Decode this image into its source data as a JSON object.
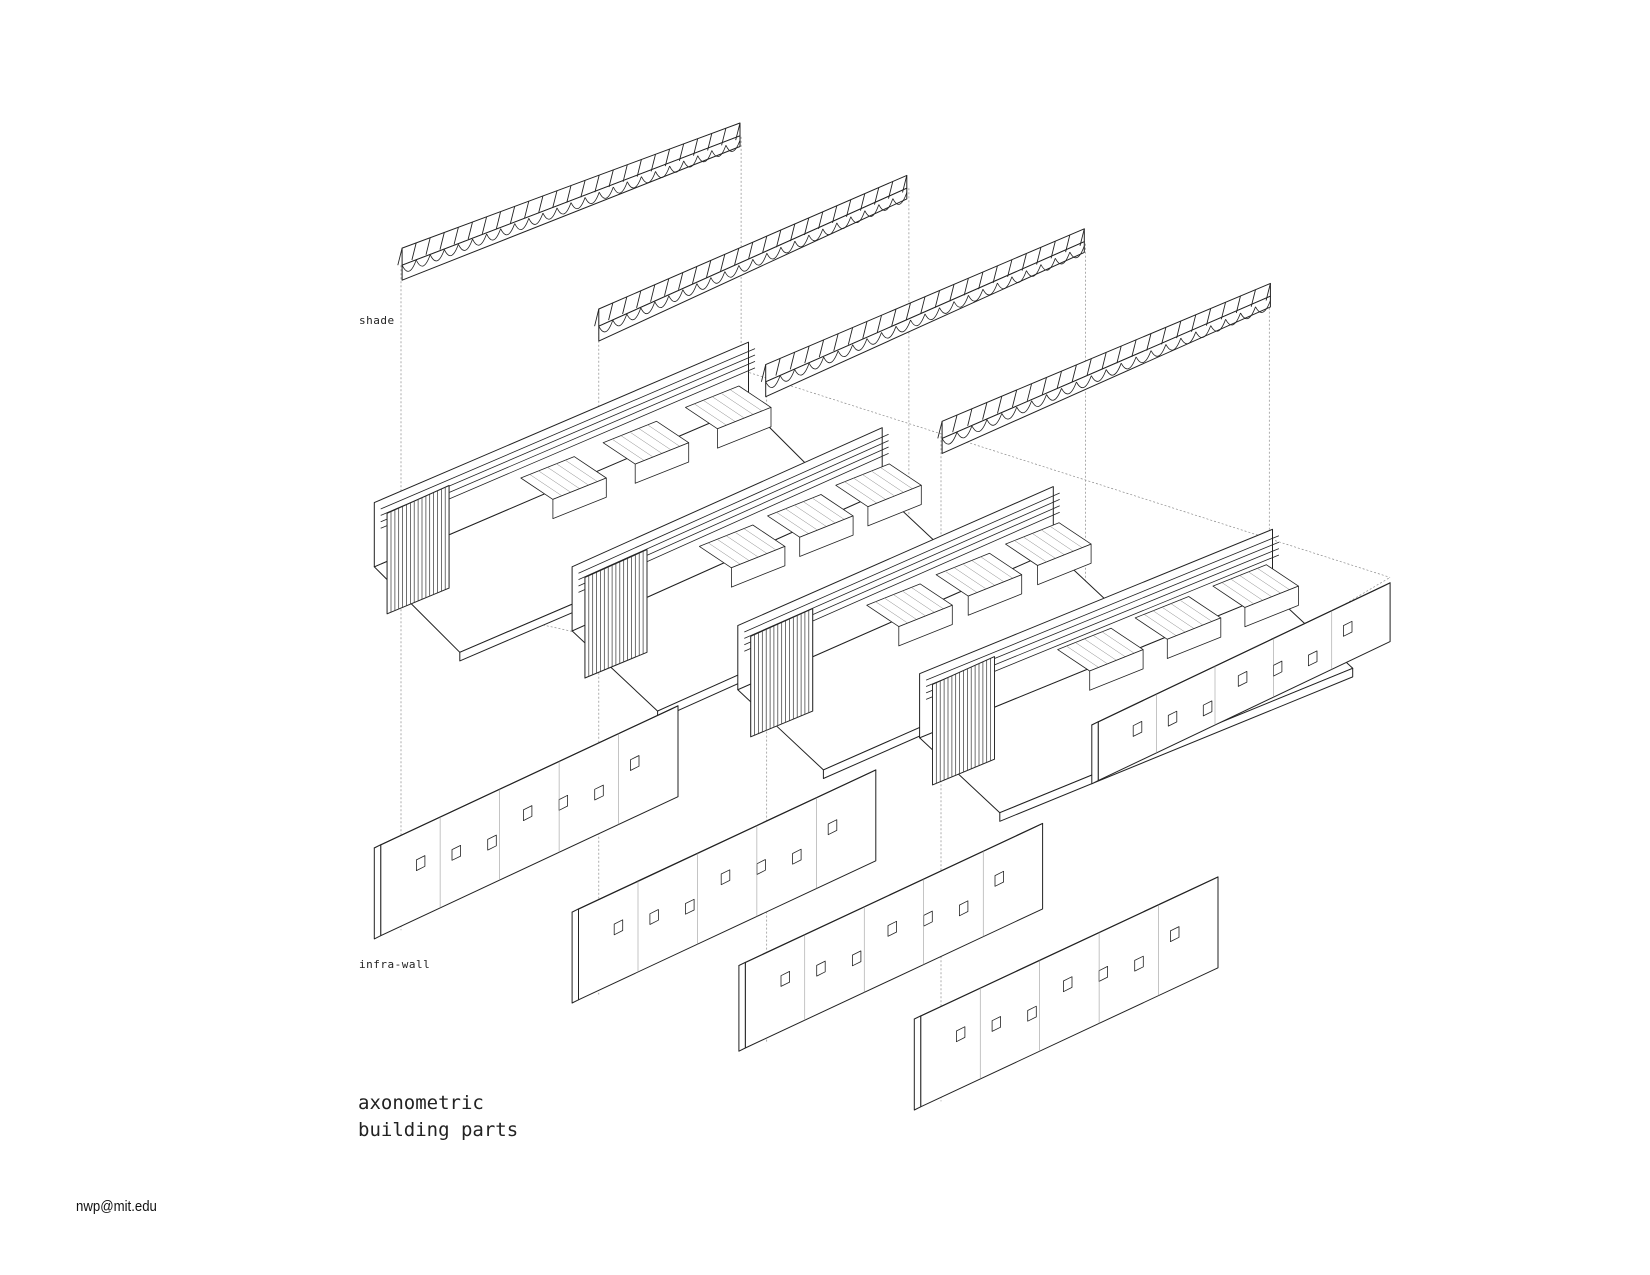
{
  "labels": {
    "shade": "shade",
    "infra_wall": "infra-wall"
  },
  "caption": {
    "line1": "axonometric",
    "line2": "building parts"
  },
  "footer": {
    "email": "nwp@mit.edu"
  },
  "drawing": {
    "line_color": "#222222",
    "guide_color": "#8a8a8a",
    "dense_color": "#333333",
    "shade_rib_counts": [
      24,
      22,
      22,
      22
    ],
    "building_count": 4,
    "wall_count": 5
  }
}
